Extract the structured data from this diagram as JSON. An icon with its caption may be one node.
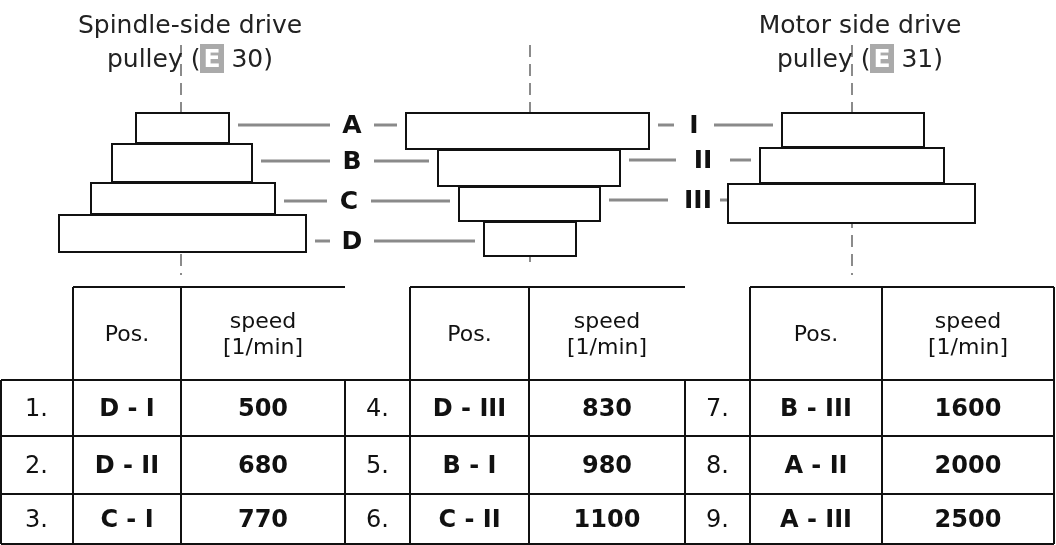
{
  "diagram": {
    "nodes": [
      {
        "text": [],
        "shape": "box"
      },
      {
        "text": [],
        "shape": "box"
      },
      {
        "text": [],
        "shape": "box"
      },
      {
        "text": [],
        "shape": "box"
      },
      {
        "text": [
          "A"
        ]
      },
      {
        "text": [
          "B"
        ]
      },
      {
        "text": [
          "C"
        ]
      },
      {
        "text": [
          "D"
        ]
      },
      {
        "text": [],
        "shape": "box"
      },
      {
        "text": [],
        "shape": "box"
      },
      {
        "text": [],
        "shape": "box"
      },
      {
        "text": [],
        "shape": "box"
      },
      {
        "text": [
          "I"
        ]
      },
      {
        "text": [
          "II"
        ]
      },
      {
        "text": [
          "III"
        ]
      },
      {
        "text": [],
        "shape": "box"
      },
      {
        "text": [],
        "shape": "box"
      },
      {
        "text": [],
        "shape": "box"
      }
    ],
    "edges": [
      {
        "from": 0,
        "to": 4,
        "arrow": "none"
      },
      {
        "from": 4,
        "to": 8,
        "arrow": "none"
      },
      {
        "from": 1,
        "to": 5,
        "arrow": "none"
      },
      {
        "from": 5,
        "to": 9,
        "arrow": "none"
      },
      {
        "from": 2,
        "to": 6,
        "arrow": "none"
      },
      {
        "from": 6,
        "to": 10,
        "arrow": "none"
      },
      {
        "from": 3,
        "to": 7,
        "arrow": "none"
      },
      {
        "from": 7,
        "to": 11,
        "arrow": "none"
      },
      {
        "from": 8,
        "to": 12,
        "arrow": "none"
      },
      {
        "from": 12,
        "to": 15,
        "arrow": "none"
      },
      {
        "from": 9,
        "to": 13,
        "arrow": "none"
      },
      {
        "from": 13,
        "to": 16,
        "arrow": "none"
      },
      {
        "from": 10,
        "to": 14,
        "arrow": "none"
      },
      {
        "from": 14,
        "to": 17,
        "arrow": "none"
      }
    ],
    "labels": [
      "Spindle-side drive pulley (**E** 30)",
      "Motor side drive pulley (**E** 31)",
      "Pos.",
      "speed [1/min]",
      "Pos.",
      "speed [1/min]",
      "Pos.",
      "speed [1/min]",
      "1.",
      "D - I",
      "500",
      "4.",
      "D - III",
      "830",
      "7.",
      "B - III",
      "1600",
      "2.",
      "D - II",
      "680",
      "5.",
      "B - I",
      "980",
      "8.",
      "A - II",
      "2000",
      "3.",
      "C - I",
      "770",
      "6.",
      "C - II",
      "1100",
      "9.",
      "A - III",
      "2500"
    ]
  }
}
